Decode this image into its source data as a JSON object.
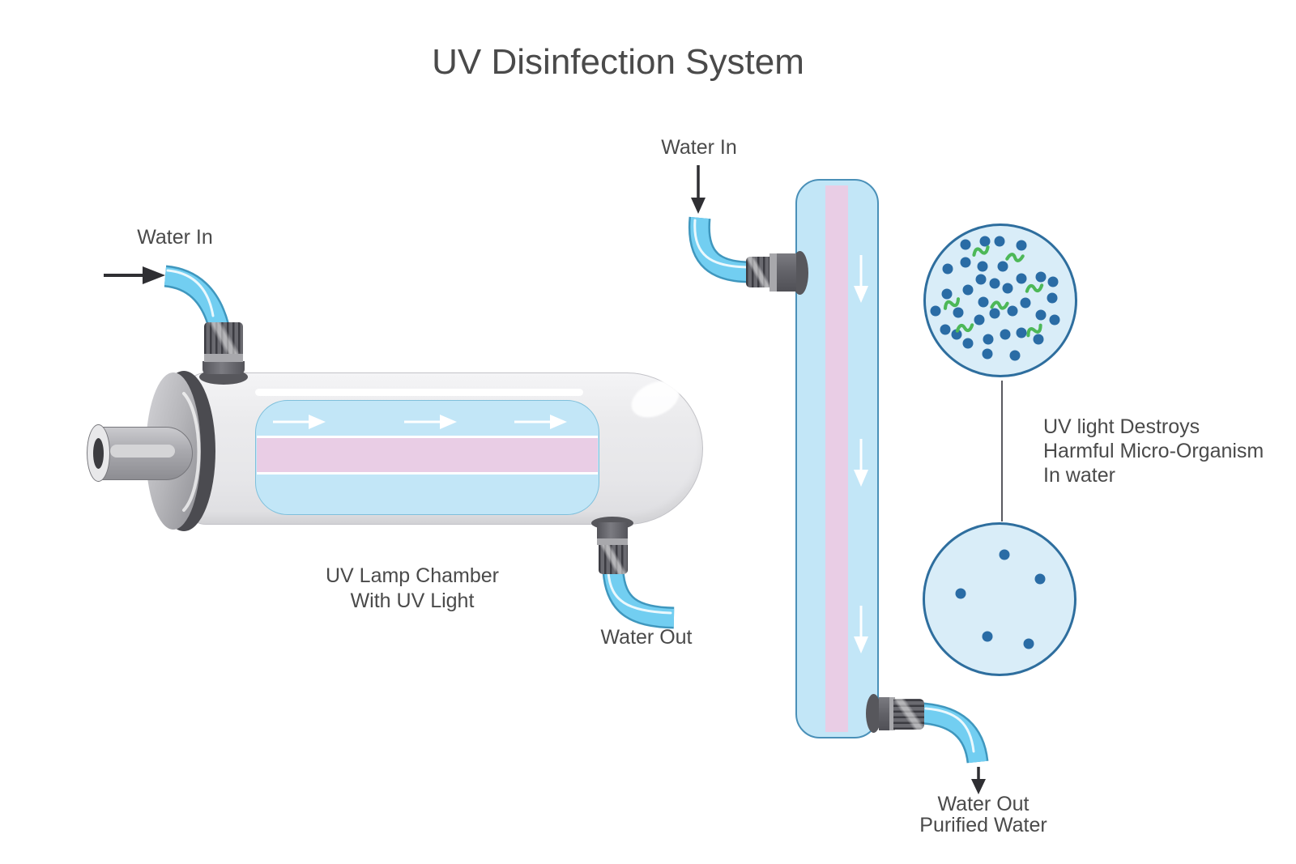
{
  "title": "UV Disinfection System",
  "left_unit": {
    "water_in": "Water In",
    "chamber_caption": [
      "UV Lamp Chamber",
      "With UV Light"
    ],
    "water_out": "Water Out"
  },
  "vertical_unit": {
    "water_in": "Water In",
    "water_out": [
      "Water Out",
      "Purified Water"
    ]
  },
  "magnified_views": {
    "caption": [
      "UV light Destroys",
      "Harmful Micro-Organism",
      "In water"
    ],
    "before_uv": {
      "dots": [
        [
          26.7,
          12.3
        ],
        [
          39.5,
          10.5
        ],
        [
          49.7,
          10.5
        ],
        [
          64.2,
          13.2
        ],
        [
          14.8,
          28.9
        ],
        [
          26.7,
          24.6
        ],
        [
          37.8,
          27.2
        ],
        [
          51.4,
          27.2
        ],
        [
          37,
          36
        ],
        [
          46.3,
          38.6
        ],
        [
          64.2,
          35.1
        ],
        [
          77,
          34.2
        ],
        [
          85.5,
          37.7
        ],
        [
          14,
          45.6
        ],
        [
          28.4,
          43
        ],
        [
          54.9,
          42.1
        ],
        [
          84.7,
          48.2
        ],
        [
          6.3,
          57
        ],
        [
          21.6,
          57.9
        ],
        [
          38.7,
          50.9
        ],
        [
          46.3,
          58.8
        ],
        [
          58.3,
          57
        ],
        [
          66.8,
          51.8
        ],
        [
          77,
          59.6
        ],
        [
          86.4,
          63.2
        ],
        [
          13.1,
          69.3
        ],
        [
          20.8,
          72.8
        ],
        [
          28.4,
          78.9
        ],
        [
          36.1,
          63.2
        ],
        [
          42.1,
          76.3
        ],
        [
          53.2,
          72.8
        ],
        [
          64.2,
          71.9
        ],
        [
          75.3,
          76.3
        ],
        [
          41.2,
          86
        ],
        [
          60,
          86.8
        ]
      ],
      "microbes": [
        [
          37,
          17,
          -8
        ],
        [
          60,
          21,
          12
        ],
        [
          73,
          42,
          0
        ],
        [
          17.5,
          52,
          -14
        ],
        [
          49.5,
          53,
          8
        ],
        [
          26,
          68.5,
          0
        ],
        [
          73,
          70,
          -18
        ]
      ]
    },
    "after_uv": {
      "dots": [
        [
          53,
          20
        ],
        [
          77,
          36.5
        ],
        [
          24,
          46
        ],
        [
          42,
          75
        ],
        [
          69.5,
          80
        ]
      ],
      "microbes": []
    }
  },
  "colors": {
    "text": "#4a4a4a",
    "arrow_black": "#2f2f33",
    "water_blue": "#c2e6f7",
    "water_border": "#7fc0dc",
    "tube_border": "#4a90b8",
    "uv_pink": "#e9cde5",
    "pipe_blue": "#72cef1",
    "pipe_border": "#3f97be",
    "chamber_grey": "#eaeaec",
    "chamber_border": "#c2c2c7",
    "cap_grey": "#b5b5b9",
    "cap_rim": "#4b4b50",
    "metal_dark": "#6a6a70",
    "metal_rib": "#3c3c42",
    "metal_band": "#a8a8ac",
    "circle_fill": "#d9edf8",
    "circle_border": "#2e6e9e",
    "dot_blue": "#2a6ca5",
    "microbe_green": "#4db858"
  }
}
